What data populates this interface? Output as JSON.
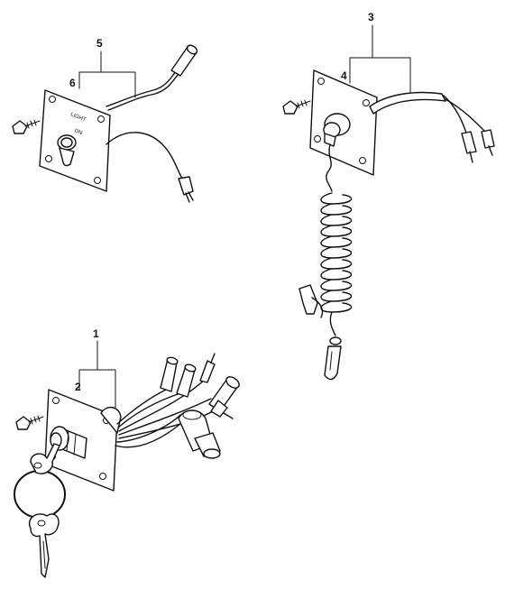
{
  "callouts": {
    "c1": "1",
    "c2": "2",
    "c3": "3",
    "c4": "4",
    "c5": "5",
    "c6": "6"
  },
  "plate_text": {
    "light": "LIGHT",
    "on": "ON"
  },
  "colors": {
    "line": "#111111",
    "background": "#ffffff"
  }
}
